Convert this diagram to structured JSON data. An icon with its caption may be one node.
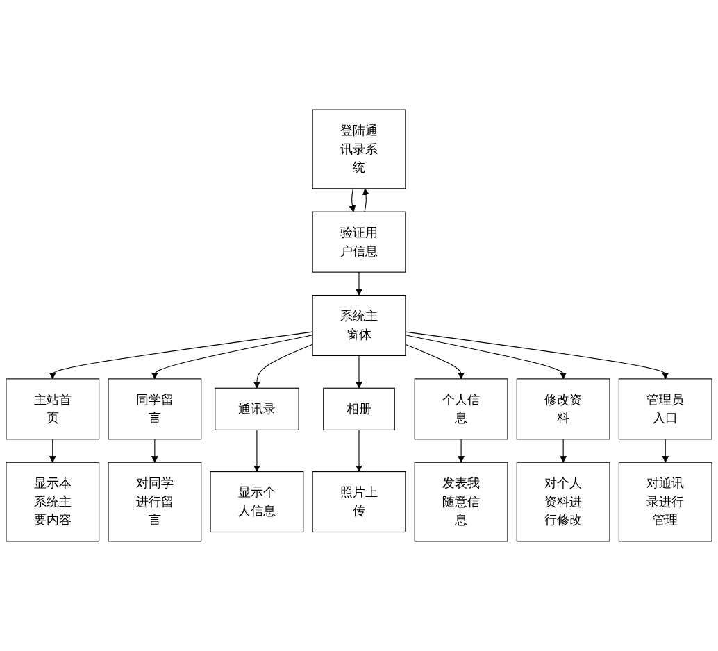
{
  "diagram": {
    "nodes": [
      {
        "text": [
          "登陆通讯录系统"
        ]
      },
      {
        "text": [
          "验证用户信息"
        ]
      },
      {
        "text": [
          "系统主窗体"
        ]
      },
      {
        "text": [
          "主站首页"
        ]
      },
      {
        "text": [
          "同学留言"
        ]
      },
      {
        "text": [
          "通讯录"
        ]
      },
      {
        "text": [
          "相册"
        ]
      },
      {
        "text": [
          "个人信息"
        ]
      },
      {
        "text": [
          "修改资料"
        ]
      },
      {
        "text": [
          "管理员入口"
        ]
      },
      {
        "text": [
          "显示本系统主要内容"
        ]
      },
      {
        "text": [
          "对同学进行留言"
        ]
      },
      {
        "text": [
          "显示个人信息"
        ]
      },
      {
        "text": [
          "照片上传"
        ]
      },
      {
        "text": [
          "发表我随意信息"
        ]
      },
      {
        "text": [
          "对个人资料进行修改"
        ]
      },
      {
        "text": [
          "对通讯录进行管理"
        ]
      }
    ],
    "edges": [
      {
        "from": 0,
        "to": 1,
        "arrow": "to"
      },
      {
        "from": 1,
        "to": 0,
        "arrow": "to"
      },
      {
        "from": 1,
        "to": 2,
        "arrow": "to"
      },
      {
        "from": 2,
        "to": 3,
        "arrow": "to"
      },
      {
        "from": 2,
        "to": 4,
        "arrow": "to"
      },
      {
        "from": 2,
        "to": 5,
        "arrow": "to"
      },
      {
        "from": 2,
        "to": 6,
        "arrow": "to"
      },
      {
        "from": 2,
        "to": 7,
        "arrow": "to"
      },
      {
        "from": 2,
        "to": 8,
        "arrow": "to"
      },
      {
        "from": 2,
        "to": 9,
        "arrow": "to"
      },
      {
        "from": 3,
        "to": 10,
        "arrow": "to"
      },
      {
        "from": 4,
        "to": 11,
        "arrow": "to"
      },
      {
        "from": 5,
        "to": 12,
        "arrow": "to"
      },
      {
        "from": 6,
        "to": 13,
        "arrow": "to"
      },
      {
        "from": 7,
        "to": 14,
        "arrow": "to"
      },
      {
        "from": 8,
        "to": 15,
        "arrow": "to"
      },
      {
        "from": 9,
        "to": 16,
        "arrow": "to"
      }
    ]
  }
}
